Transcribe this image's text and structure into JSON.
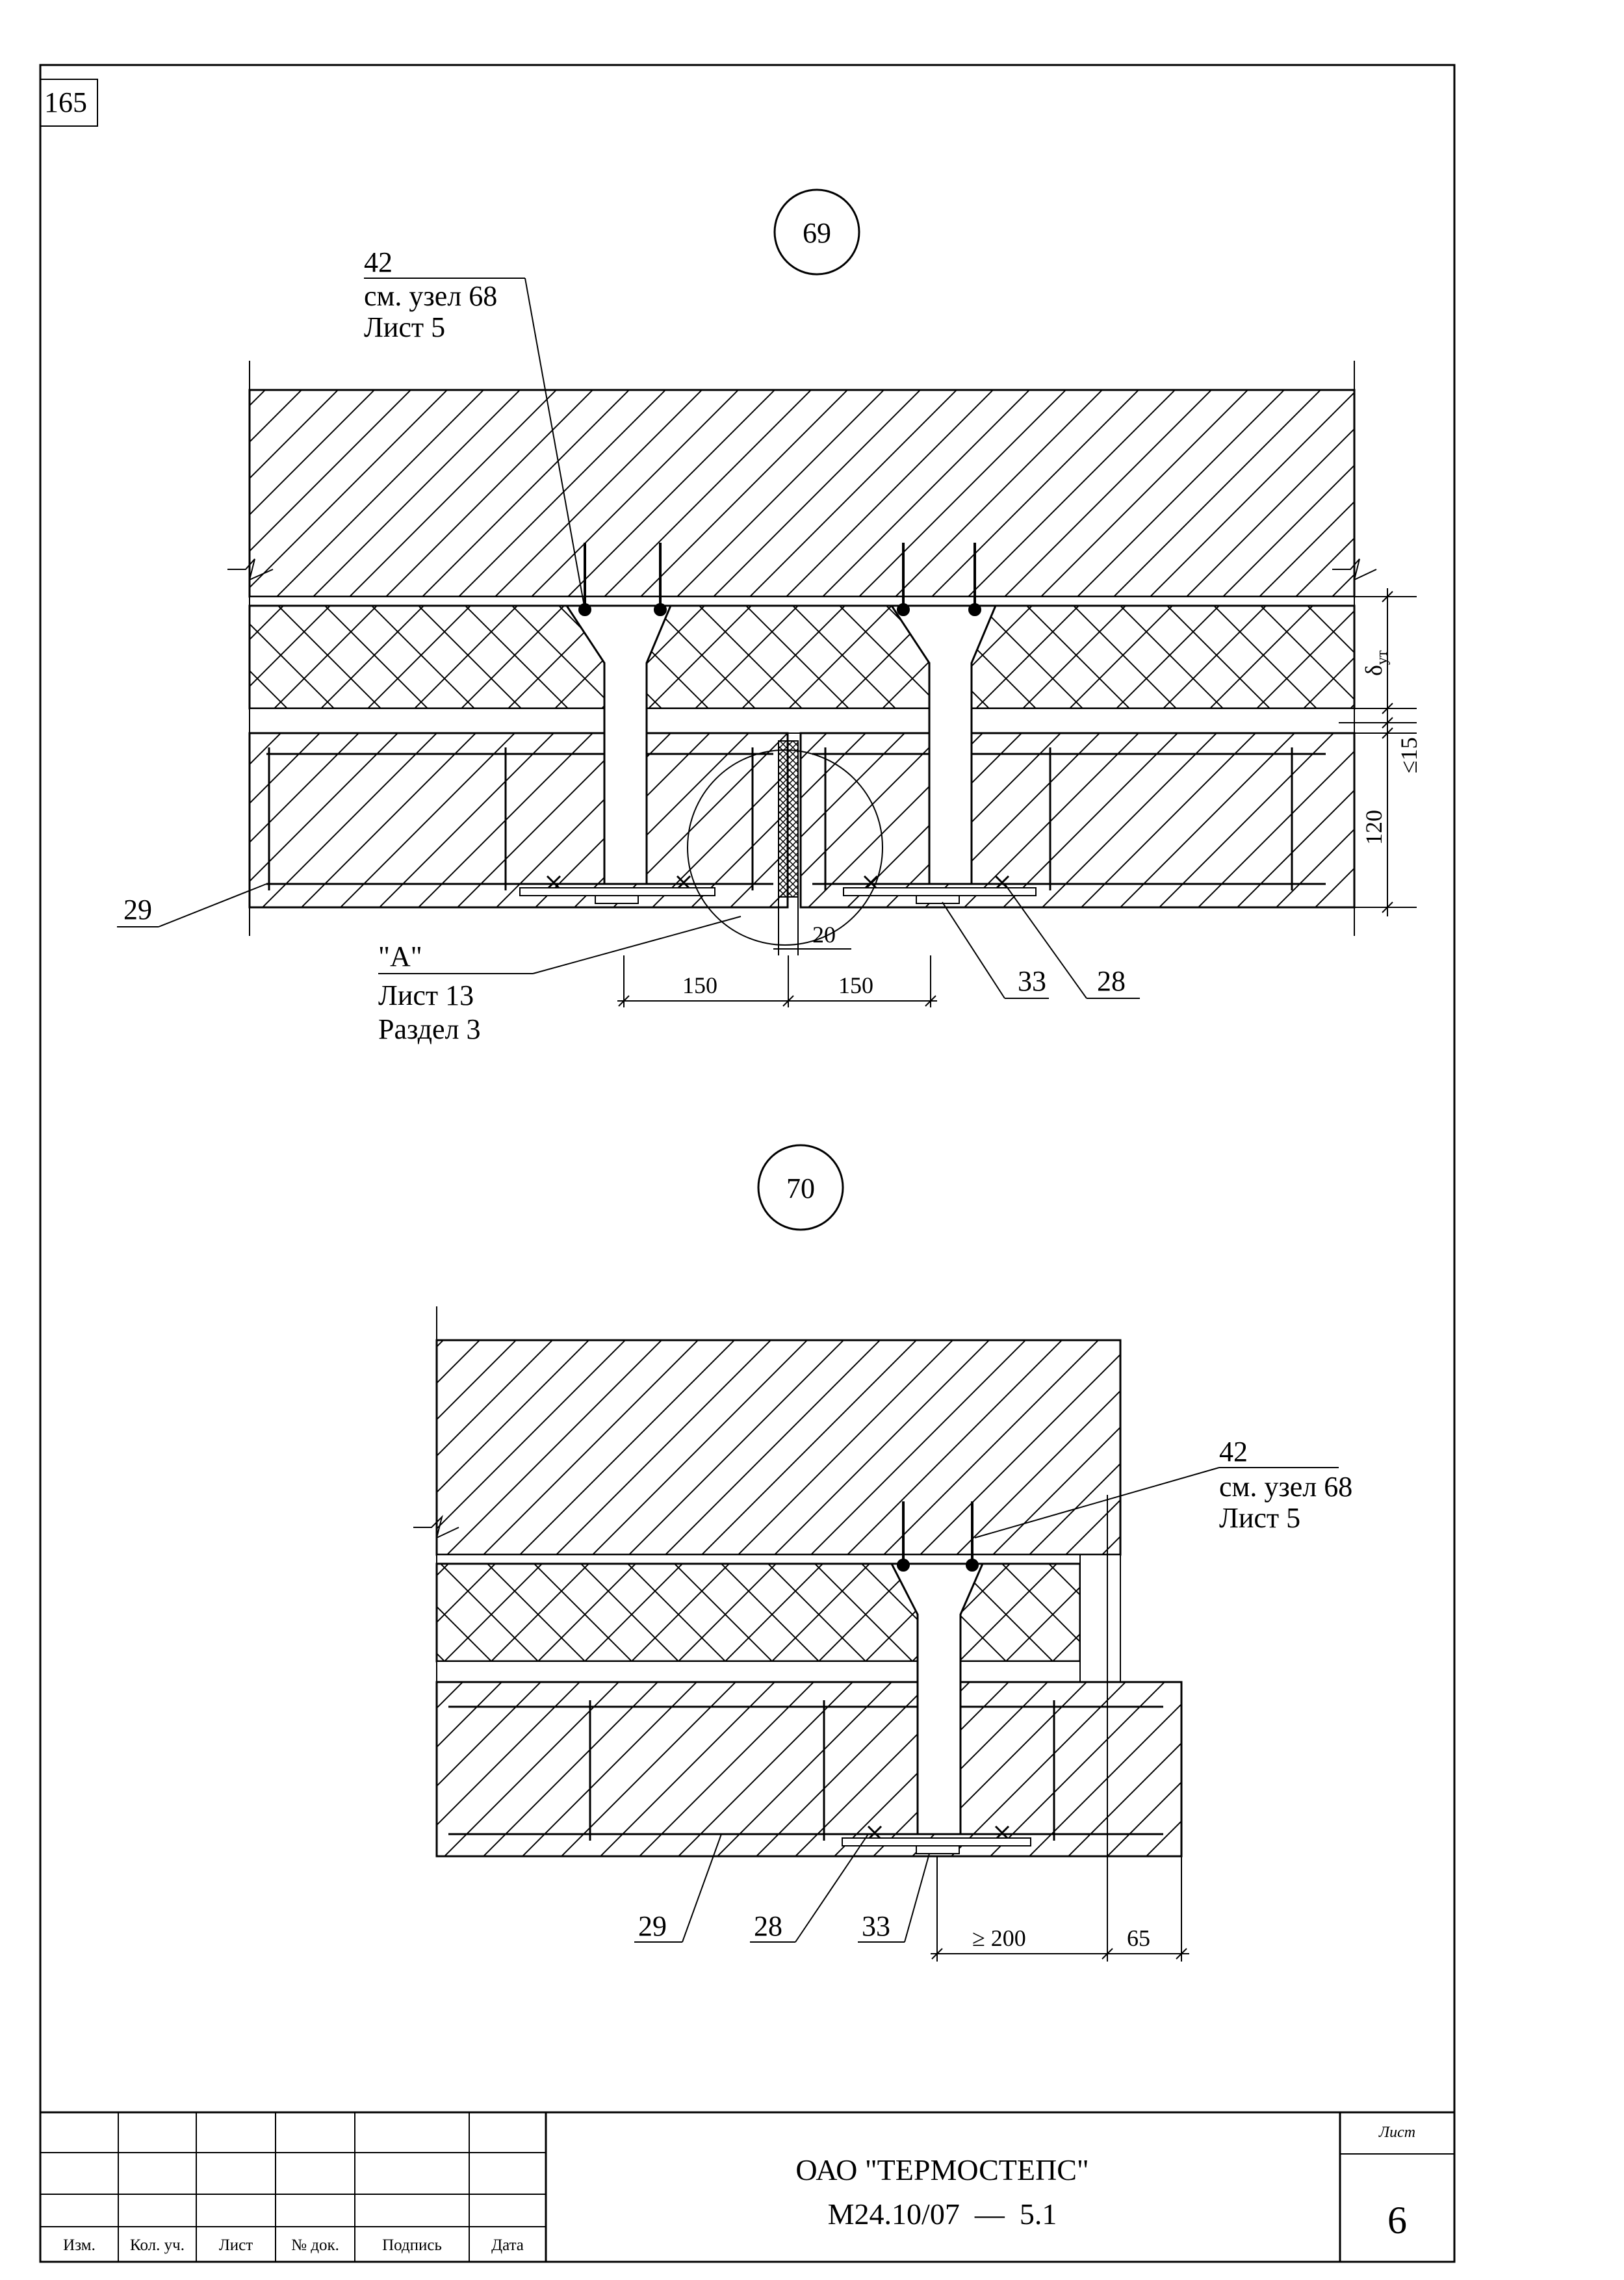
{
  "sheet": {
    "page_tag": "165"
  },
  "nodes": [
    {
      "number": "69",
      "callout_top": {
        "pos": "42",
        "line1": "см. узел 68",
        "line2": "Лист 5"
      },
      "callout_a": {
        "mark": "\"A\"",
        "line1": "Лист 13",
        "line2": "Раздел 3"
      },
      "positions": {
        "p29": "29",
        "p33": "33",
        "p28": "28"
      },
      "dims": {
        "d20": "20",
        "d150_left": "150",
        "d150_right": "150",
        "d120": "120",
        "d15": "≤15",
        "delta_main": "δ",
        "delta_sub": "ут"
      }
    },
    {
      "number": "70",
      "callout_top": {
        "pos": "42",
        "line1": "см. узел 68",
        "line2": "Лист 5"
      },
      "positions": {
        "p29": "29",
        "p28": "28",
        "p33": "33"
      },
      "dims": {
        "d200": "≥ 200",
        "d65": "65"
      }
    }
  ],
  "title_block": {
    "columns": [
      "Изм.",
      "Кол. уч.",
      "Лист",
      "№ док.",
      "Подпись",
      "Дата"
    ],
    "organization": "ОАО \"ТЕРМОСТЕПС\"",
    "doc_code": "М24.10/07  —  5.1",
    "sheet_label": "Лист",
    "sheet_number": "6"
  }
}
